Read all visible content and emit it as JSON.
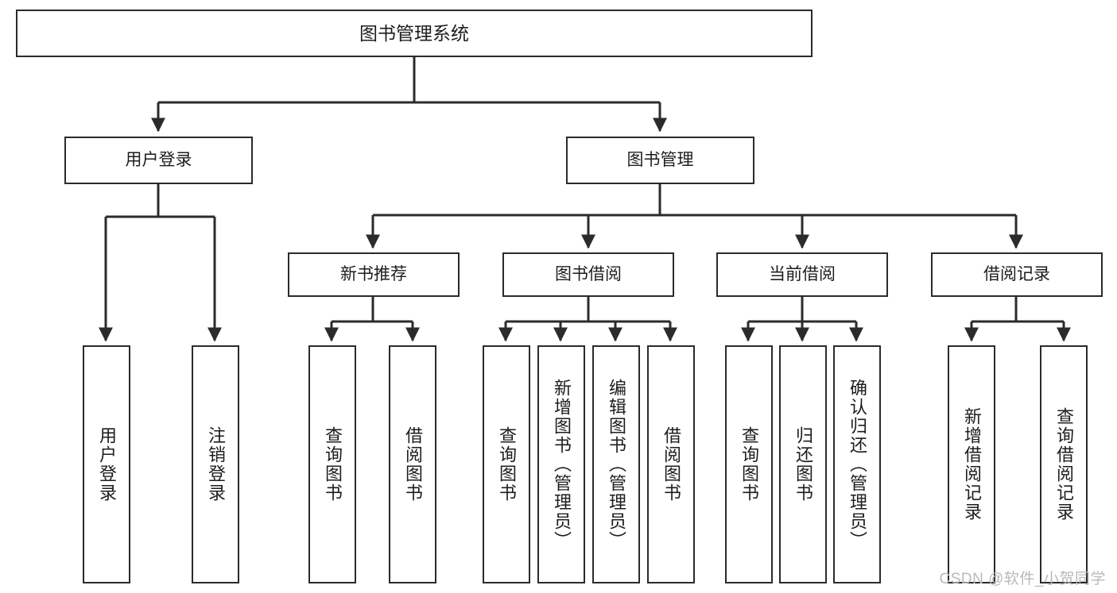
{
  "diagram": {
    "title": "图书管理系统",
    "type": "functional-structure-tree",
    "stroke_color": "#2b2b2b",
    "text_color": "#1d1d1d",
    "background_color": "#ffffff"
  },
  "nodes": {
    "root": {
      "label": "图书管理系统"
    },
    "level2": [
      {
        "id": "user-login",
        "label": "用户登录"
      },
      {
        "id": "book-management",
        "label": "图书管理"
      }
    ],
    "level3": [
      {
        "id": "new-book-recommend",
        "label": "新书推荐"
      },
      {
        "id": "book-borrow",
        "label": "图书借阅"
      },
      {
        "id": "current-borrow",
        "label": "当前借阅"
      },
      {
        "id": "borrow-record",
        "label": "借阅记录"
      }
    ],
    "leaves": [
      {
        "id": "leaf-user-login",
        "label": "用户登录"
      },
      {
        "id": "leaf-logout-login",
        "label": "注销登录"
      },
      {
        "id": "leaf-query-book-1",
        "label": "查询图书"
      },
      {
        "id": "leaf-borrow-book-1",
        "label": "借阅图书"
      },
      {
        "id": "leaf-query-book-2",
        "label": "查询图书"
      },
      {
        "id": "leaf-add-book",
        "label": "新增图书（管理员）"
      },
      {
        "id": "leaf-edit-book",
        "label": "编辑图书（管理员）"
      },
      {
        "id": "leaf-borrow-book-2",
        "label": "借阅图书"
      },
      {
        "id": "leaf-query-book-3",
        "label": "查询图书"
      },
      {
        "id": "leaf-return-book",
        "label": "归还图书"
      },
      {
        "id": "leaf-confirm-return",
        "label": "确认归还（管理员）"
      },
      {
        "id": "leaf-add-record",
        "label": "新增借阅记录"
      },
      {
        "id": "leaf-query-record",
        "label": "查询借阅记录"
      }
    ]
  },
  "watermark": {
    "text": "CSDN @软件_小贺同学",
    "color": "#b9b9b9"
  }
}
